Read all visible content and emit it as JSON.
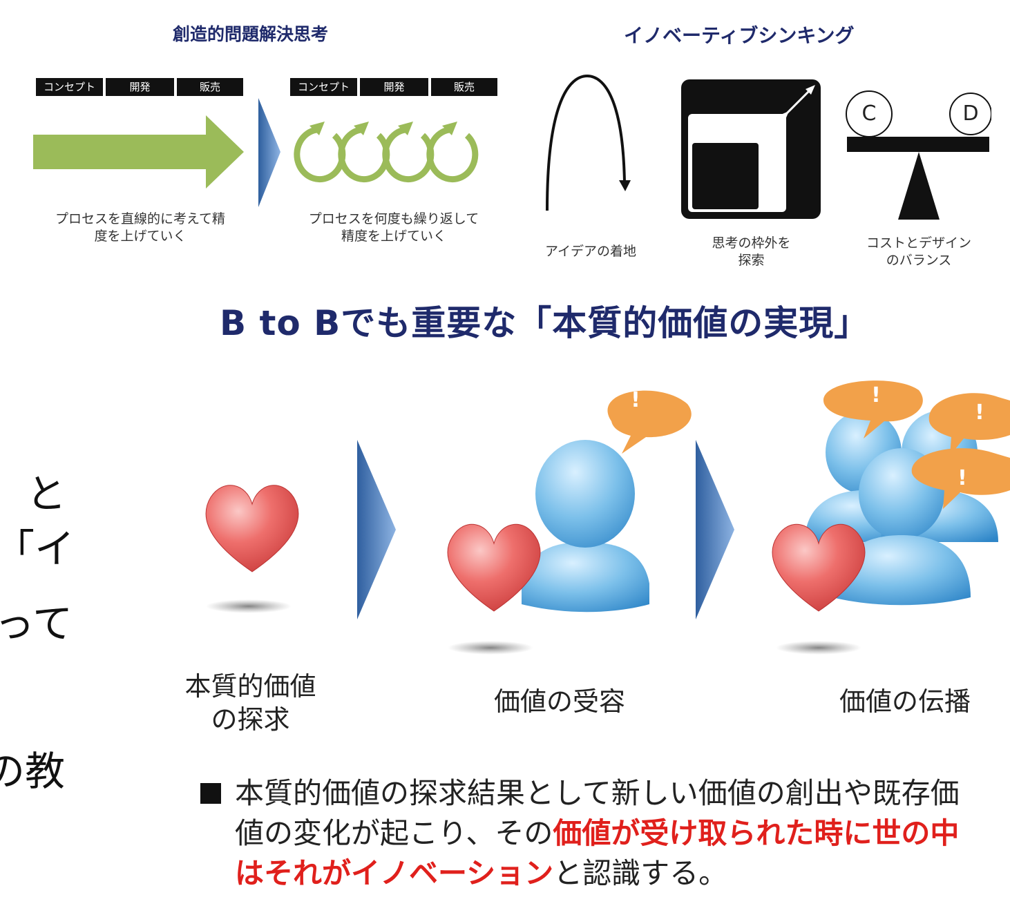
{
  "left_process": {
    "title": "創造的問題解決思考",
    "linear": {
      "headers": [
        "コンセプト",
        "開発",
        "販売"
      ],
      "caption_line1": "プロセスを直線的に考えて精",
      "caption_line2": "度を上げていく"
    },
    "iterative": {
      "headers": [
        "コンセプト",
        "開発",
        "販売"
      ],
      "caption_line1": "プロセスを何度も繰り返して",
      "caption_line2": "精度を上げていく"
    }
  },
  "innovative_thinking": {
    "title": "イノベーティブシンキング",
    "items": [
      {
        "caption_line1": "アイデアの着地",
        "caption_line2": ""
      },
      {
        "caption_line1": "思考の枠外を",
        "caption_line2": "探索"
      },
      {
        "caption_line1": "コストとデザイン",
        "caption_line2": "のバランス"
      }
    ],
    "balance_labels": [
      "C",
      "D"
    ]
  },
  "main_heading": "B to Bでも重要な「本質的価値の実現」",
  "left_fragments": [
    "と",
    "「イ",
    "って",
    "の教"
  ],
  "stages": [
    {
      "label_line1": "本質的価値",
      "label_line2": "の探求"
    },
    {
      "label_line1": "価値の受容",
      "label_line2": ""
    },
    {
      "label_line1": "価値の伝播",
      "label_line2": ""
    }
  ],
  "bubble_mark": "!",
  "bullet": {
    "text_plain_1": "本質的価値の探求結果として新しい価値の創出や既存価値の変化が起こり、その",
    "text_red": "価値が受け取られた時に世の中はそれがイノベーション",
    "text_plain_2": "と認識する。"
  },
  "colors": {
    "heading_navy": "#1f2a6b",
    "arrow_green": "#9bbb59",
    "chevron_blue": "#4f81bd",
    "heart_red": "#e8615f",
    "bubble_orange": "#f2a14a",
    "person_blue": "#7cc0ea",
    "emphasis_red": "#e0201c"
  }
}
